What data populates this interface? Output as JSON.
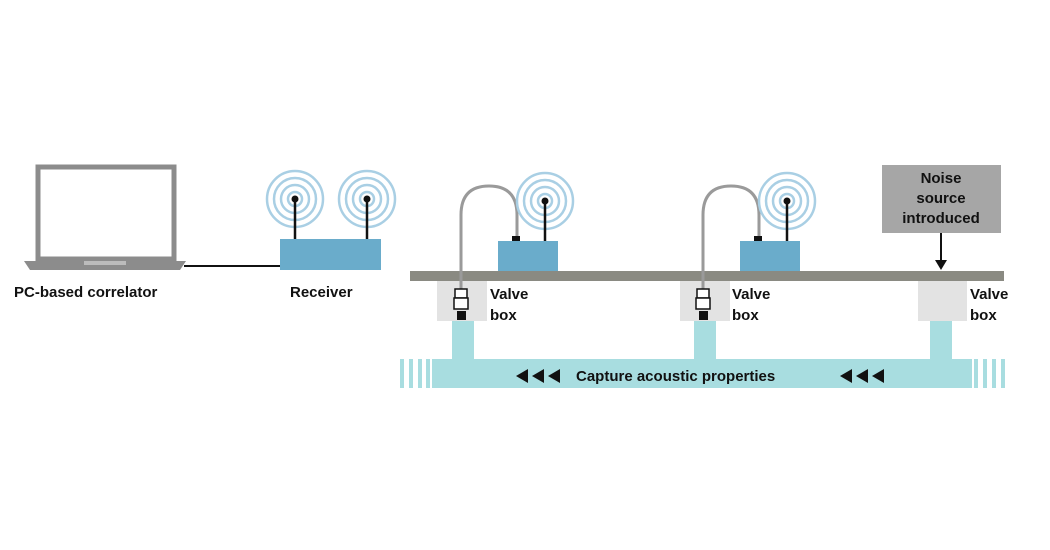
{
  "labels": {
    "correlator": "PC-based correlator",
    "receiver": "Receiver",
    "valve_box_1_line1": "Valve",
    "valve_box_1_line2": "box",
    "valve_box_2_line1": "Valve",
    "valve_box_2_line2": "box",
    "valve_box_3_line1": "Valve",
    "valve_box_3_line2": "box",
    "noise_line1": "Noise",
    "noise_line2": "source",
    "noise_line3": "introduced",
    "pipe_caption": "Capture acoustic properties"
  },
  "colors": {
    "device_blue": "#6aaccb",
    "pipe_cyan": "#a8dde0",
    "ground_gray": "#8a8a82",
    "valve_box_gray": "#e3e3e3",
    "noise_box_gray": "#a6a6a6",
    "laptop_gray": "#8c8c8c",
    "wave_blue": "#a9cfe4"
  },
  "icons": {
    "pipe_arrows": "triangle-left-arrows",
    "wireless": "radio-wave-icon"
  }
}
